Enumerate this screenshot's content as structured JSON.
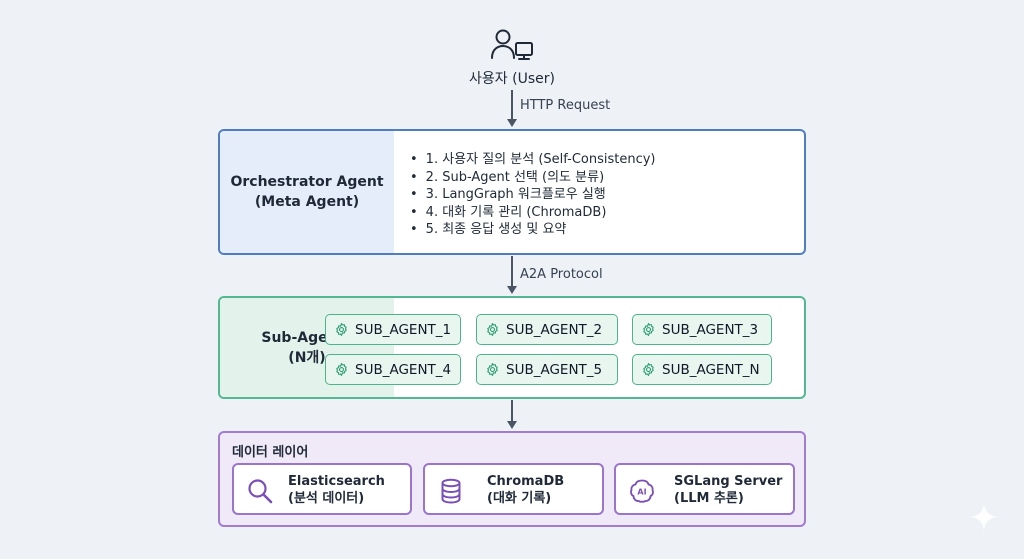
{
  "user": {
    "label": "사용자 (User)",
    "icon": "user-computer-icon"
  },
  "edges": {
    "user_to_orchestrator": "HTTP Request",
    "orchestrator_to_subagents": "A2A Protocol"
  },
  "orchestrator": {
    "title_line1": "Orchestrator Agent",
    "title_line2": "(Meta Agent)",
    "color": "#4e7ec0",
    "steps": [
      "1. 사용자 질의 분석 (Self-Consistency)",
      "2. Sub-Agent 선택 (의도 분류)",
      "3. LangGraph 워크플로우 실행",
      "4. 대화 기록 관리 (ChromaDB)",
      "5. 최종 응답 생성 및 요약"
    ]
  },
  "sub_agents": {
    "title_line1": "Sub-Agents",
    "title_line2": "(N개)",
    "color": "#53b892",
    "icon": "gear-icon",
    "agents": [
      "SUB_AGENT_1",
      "SUB_AGENT_2",
      "SUB_AGENT_3",
      "SUB_AGENT_4",
      "SUB_AGENT_5",
      "SUB_AGENT_N"
    ]
  },
  "data_layer": {
    "title": "데이터 레이어",
    "color": "#a37bd1",
    "items": [
      {
        "name": "Elasticsearch",
        "desc": "(분석 데이터)",
        "icon": "search-icon"
      },
      {
        "name": "ChromaDB",
        "desc": "(대화 기록)",
        "icon": "database-icon"
      },
      {
        "name": "SGLang Server",
        "desc": "(LLM 추론)",
        "icon": "ai-brain-icon"
      }
    ]
  }
}
